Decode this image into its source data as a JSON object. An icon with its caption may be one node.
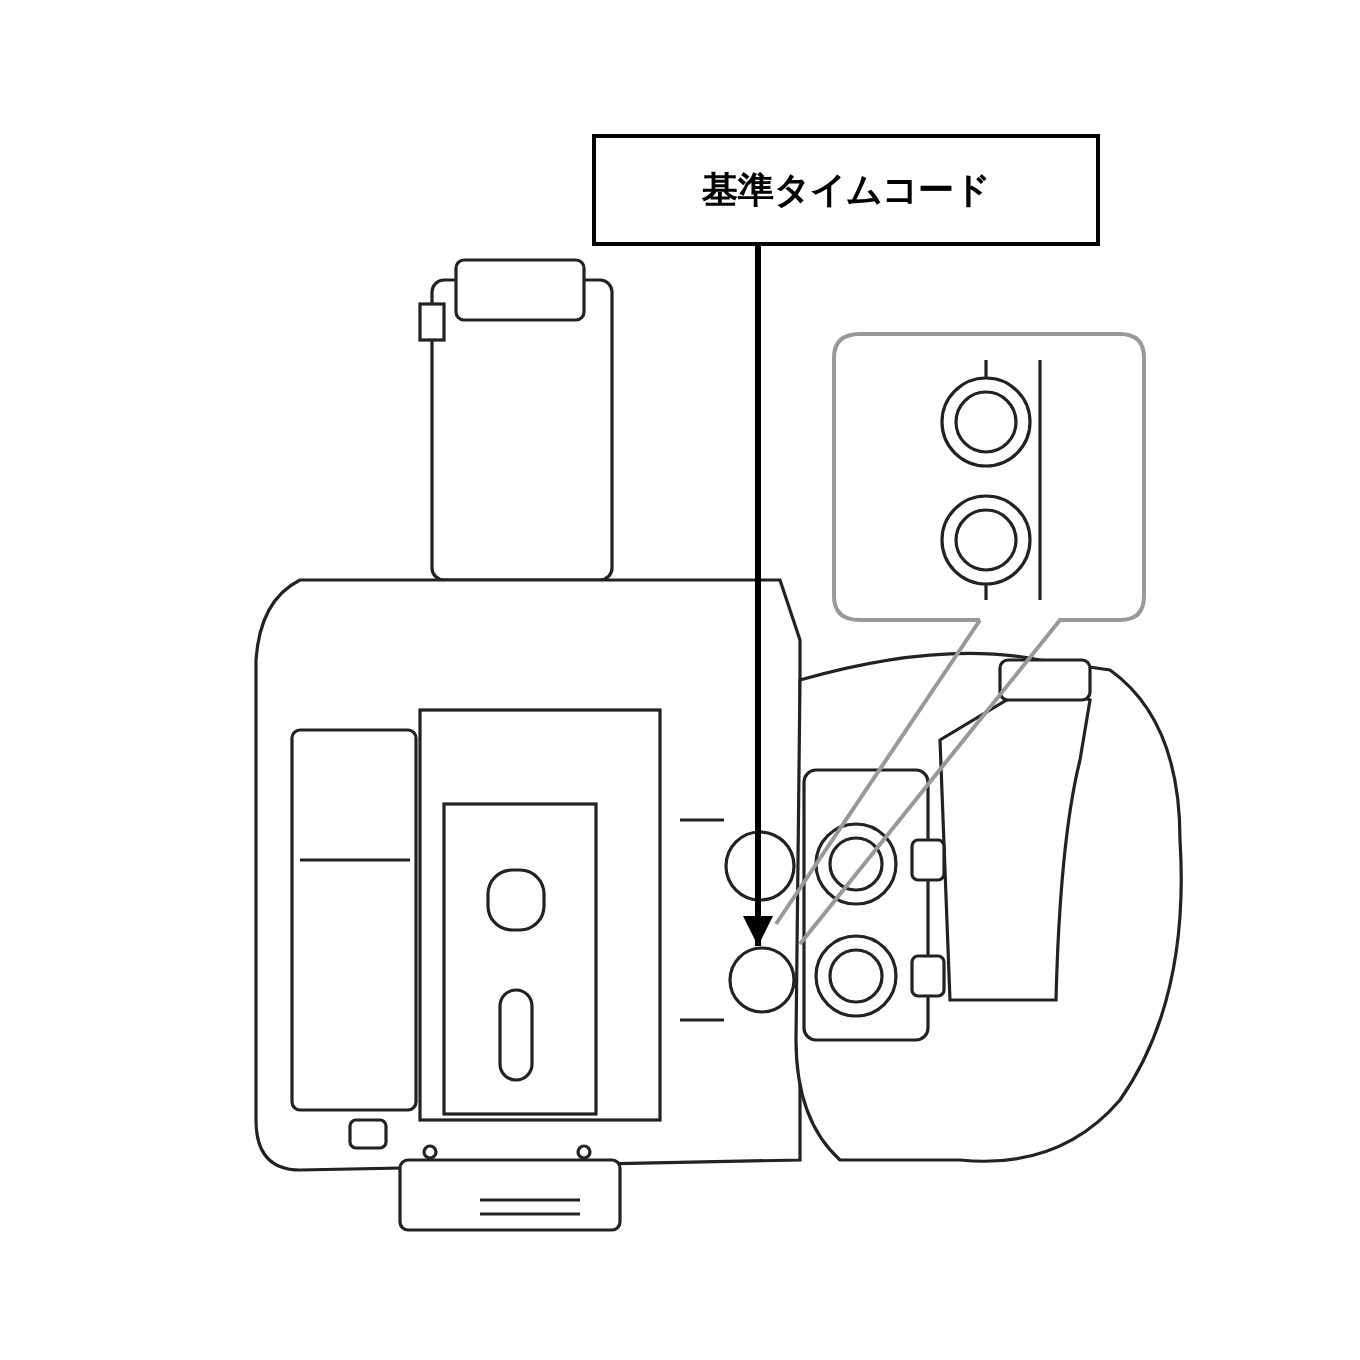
{
  "diagram": {
    "nodes": [
      {
        "text": [
          "基準タイムコード"
        ]
      },
      {
        "text": [],
        "shape": "circle"
      }
    ],
    "edges": [
      {
        "from": 0,
        "to": 1,
        "arrow": "to"
      }
    ]
  }
}
